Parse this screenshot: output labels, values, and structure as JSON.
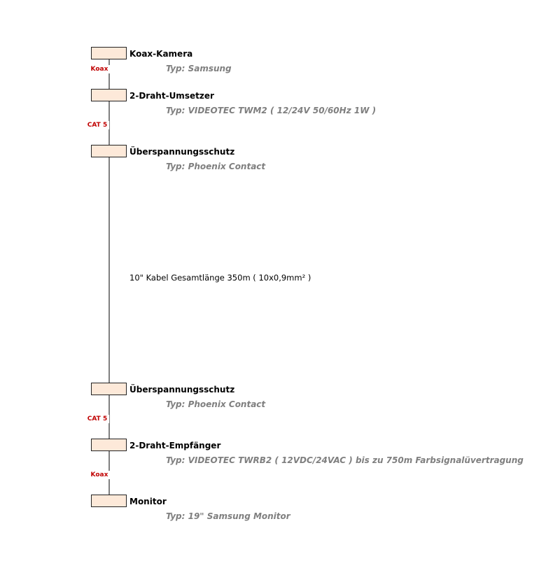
{
  "nodes": [
    {
      "title": "Koax-Kamera",
      "type": "Typ: Samsung"
    },
    {
      "title": "2-Draht-Umsetzer",
      "type": "Typ: VIDEOTEC TWM2 ( 12/24V 50/60Hz 1W )"
    },
    {
      "title": "Überspannungsschutz",
      "type": "Typ: Phoenix Contact"
    },
    {
      "title": "Überspannungsschutz",
      "type": "Typ: Phoenix Contact"
    },
    {
      "title": "2-Draht-Empfänger",
      "type": "Typ: VIDEOTEC TWRB2 ( 12VDC/24VAC ) bis zu 750m Farbsignalüvertragung"
    },
    {
      "title": "Monitor",
      "type": "Typ: 19\" Samsung Monitor"
    }
  ],
  "connections": [
    {
      "label": "Koax"
    },
    {
      "label": "CAT 5"
    },
    {
      "label": ""
    },
    {
      "label": "CAT 5"
    },
    {
      "label": "Koax"
    }
  ],
  "cable_note": "10\" Kabel Gesamtlänge 350m ( 10x0,9mm² )",
  "colors": {
    "box_fill": "#fde9d9",
    "connection_label": "#c00000",
    "type_text": "#7f7f7f",
    "line": "#000000"
  }
}
